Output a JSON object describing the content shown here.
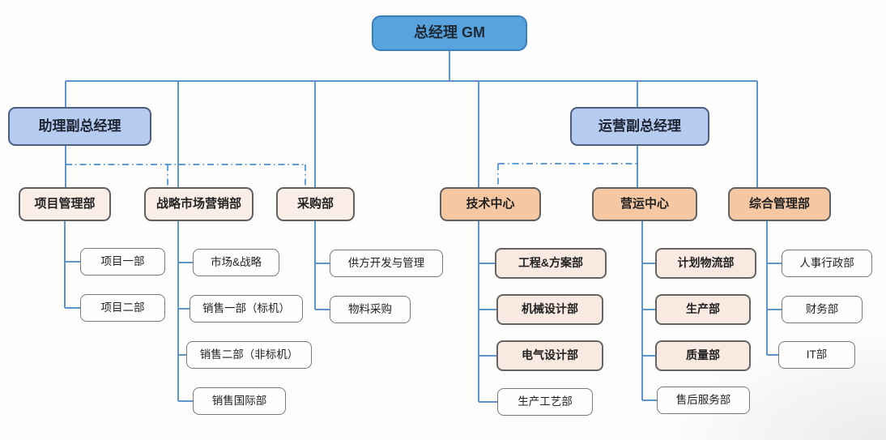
{
  "chart_type": "organizational-chart",
  "nodes": {
    "gm": {
      "label": "总经理 GM"
    },
    "assistant_deputy_gm": {
      "label": "助理副总经理"
    },
    "operations_deputy_gm": {
      "label": "运营副总经理"
    },
    "project_mgmt": {
      "label": "项目管理部"
    },
    "strategic_marketing": {
      "label": "战略市场营销部"
    },
    "purchasing": {
      "label": "采购部"
    },
    "tech_center": {
      "label": "技术中心"
    },
    "operations_center": {
      "label": "营运中心"
    },
    "general_mgmt": {
      "label": "综合管理部"
    },
    "project_1": {
      "label": "项目一部"
    },
    "project_2": {
      "label": "项目二部"
    },
    "market_strategy": {
      "label": "市场&战略"
    },
    "sales_1": {
      "label": "销售一部（标机）"
    },
    "sales_2": {
      "label": "销售二部（非标机）"
    },
    "sales_intl": {
      "label": "销售国际部"
    },
    "supplier_dev": {
      "label": "供方开发与管理"
    },
    "material_purchasing": {
      "label": "物料采购"
    },
    "engineering_solutions": {
      "label": "工程&方案部"
    },
    "mechanical_design": {
      "label": "机械设计部"
    },
    "electrical_design": {
      "label": "电气设计部"
    },
    "production_process": {
      "label": "生产工艺部"
    },
    "planning_logistics": {
      "label": "计划物流部"
    },
    "production": {
      "label": "生产部"
    },
    "quality": {
      "label": "质量部"
    },
    "after_sales": {
      "label": "售后服务部"
    },
    "hr_admin": {
      "label": "人事行政部"
    },
    "finance": {
      "label": "财务部"
    },
    "it": {
      "label": "IT部"
    }
  },
  "edges": [
    {
      "from": "gm",
      "to": "assistant_deputy_gm",
      "style": "solid"
    },
    {
      "from": "gm",
      "to": "strategic_marketing",
      "style": "solid"
    },
    {
      "from": "gm",
      "to": "purchasing",
      "style": "solid"
    },
    {
      "from": "gm",
      "to": "tech_center",
      "style": "solid"
    },
    {
      "from": "gm",
      "to": "operations_deputy_gm",
      "style": "solid"
    },
    {
      "from": "gm",
      "to": "general_mgmt",
      "style": "solid"
    },
    {
      "from": "assistant_deputy_gm",
      "to": "project_mgmt",
      "style": "solid"
    },
    {
      "from": "assistant_deputy_gm",
      "to": "strategic_marketing",
      "style": "dash-dot"
    },
    {
      "from": "assistant_deputy_gm",
      "to": "purchasing",
      "style": "dash-dot"
    },
    {
      "from": "operations_deputy_gm",
      "to": "operations_center",
      "style": "solid"
    },
    {
      "from": "operations_deputy_gm",
      "to": "tech_center",
      "style": "dash-dot"
    },
    {
      "from": "project_mgmt",
      "to": "project_1",
      "style": "solid"
    },
    {
      "from": "project_mgmt",
      "to": "project_2",
      "style": "solid"
    },
    {
      "from": "strategic_marketing",
      "to": "market_strategy",
      "style": "solid"
    },
    {
      "from": "strategic_marketing",
      "to": "sales_1",
      "style": "solid"
    },
    {
      "from": "strategic_marketing",
      "to": "sales_2",
      "style": "solid"
    },
    {
      "from": "strategic_marketing",
      "to": "sales_intl",
      "style": "solid"
    },
    {
      "from": "purchasing",
      "to": "supplier_dev",
      "style": "solid"
    },
    {
      "from": "purchasing",
      "to": "material_purchasing",
      "style": "solid"
    },
    {
      "from": "tech_center",
      "to": "engineering_solutions",
      "style": "solid"
    },
    {
      "from": "tech_center",
      "to": "mechanical_design",
      "style": "solid"
    },
    {
      "from": "tech_center",
      "to": "electrical_design",
      "style": "solid"
    },
    {
      "from": "tech_center",
      "to": "production_process",
      "style": "solid"
    },
    {
      "from": "operations_center",
      "to": "planning_logistics",
      "style": "solid"
    },
    {
      "from": "operations_center",
      "to": "production",
      "style": "solid"
    },
    {
      "from": "operations_center",
      "to": "quality",
      "style": "solid"
    },
    {
      "from": "operations_center",
      "to": "after_sales",
      "style": "solid"
    },
    {
      "from": "general_mgmt",
      "to": "hr_admin",
      "style": "solid"
    },
    {
      "from": "general_mgmt",
      "to": "finance",
      "style": "solid"
    },
    {
      "from": "general_mgmt",
      "to": "it",
      "style": "solid"
    }
  ],
  "colors": {
    "gm_fill": "#58a3de",
    "deputy_fill": "#b6cbf0",
    "dept_pale_fill": "#faeee6",
    "dept_peach_fill": "#f5c8a3",
    "sub_pink_fill": "#f8e9e1",
    "sub_white_fill": "#fffefd",
    "connector_solid": "#5e94cc",
    "connector_dash_dot": "#4b8fd5"
  }
}
